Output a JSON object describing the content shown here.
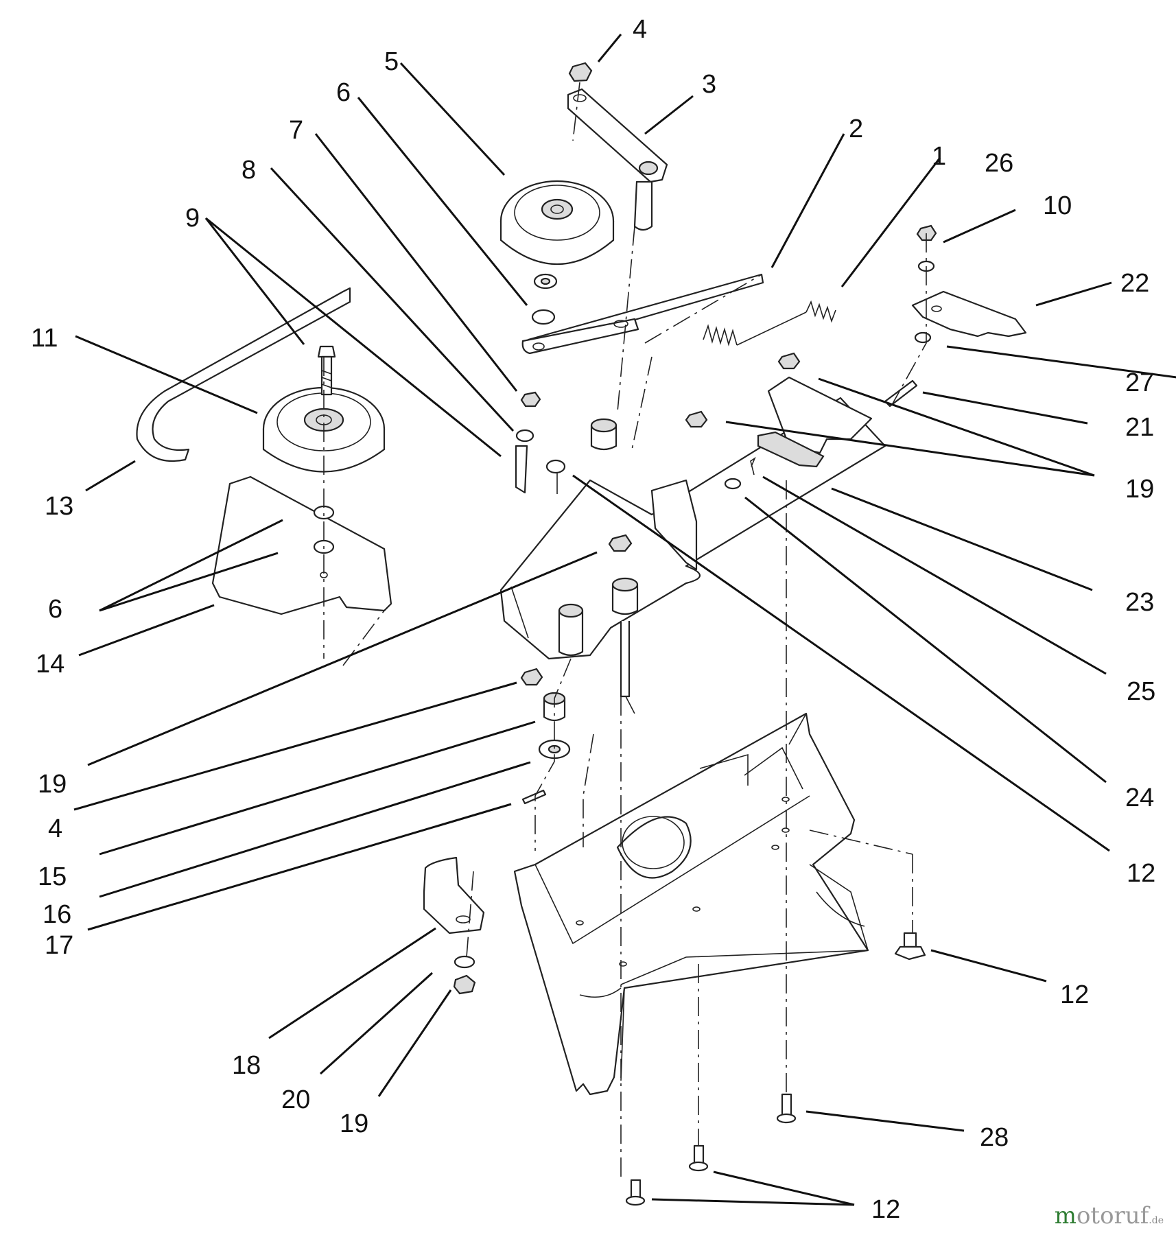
{
  "callouts": [
    {
      "id": "1",
      "text": "1"
    },
    {
      "id": "2",
      "text": "2"
    },
    {
      "id": "3",
      "text": "3"
    },
    {
      "id": "4a",
      "text": "4"
    },
    {
      "id": "4b",
      "text": "4"
    },
    {
      "id": "5",
      "text": "5"
    },
    {
      "id": "6a",
      "text": "6"
    },
    {
      "id": "6b",
      "text": "6"
    },
    {
      "id": "7",
      "text": "7"
    },
    {
      "id": "8",
      "text": "8"
    },
    {
      "id": "9",
      "text": "9"
    },
    {
      "id": "10",
      "text": "10"
    },
    {
      "id": "11",
      "text": "11"
    },
    {
      "id": "12a",
      "text": "12"
    },
    {
      "id": "12b",
      "text": "12"
    },
    {
      "id": "12c",
      "text": "12"
    },
    {
      "id": "13",
      "text": "13"
    },
    {
      "id": "14",
      "text": "14"
    },
    {
      "id": "15",
      "text": "15"
    },
    {
      "id": "16",
      "text": "16"
    },
    {
      "id": "17",
      "text": "17"
    },
    {
      "id": "18",
      "text": "18"
    },
    {
      "id": "19a",
      "text": "19"
    },
    {
      "id": "19b",
      "text": "19"
    },
    {
      "id": "19c",
      "text": "19"
    },
    {
      "id": "20",
      "text": "20"
    },
    {
      "id": "21",
      "text": "21"
    },
    {
      "id": "22",
      "text": "22"
    },
    {
      "id": "23",
      "text": "23"
    },
    {
      "id": "24",
      "text": "24"
    },
    {
      "id": "25",
      "text": "25"
    },
    {
      "id": "26",
      "text": "26"
    },
    {
      "id": "27",
      "text": "27"
    },
    {
      "id": "28",
      "text": "28"
    }
  ],
  "watermark": {
    "brand": "motoruf",
    "brand_first": "m",
    "brand_rest": "otoruf",
    "tld": ".de"
  }
}
